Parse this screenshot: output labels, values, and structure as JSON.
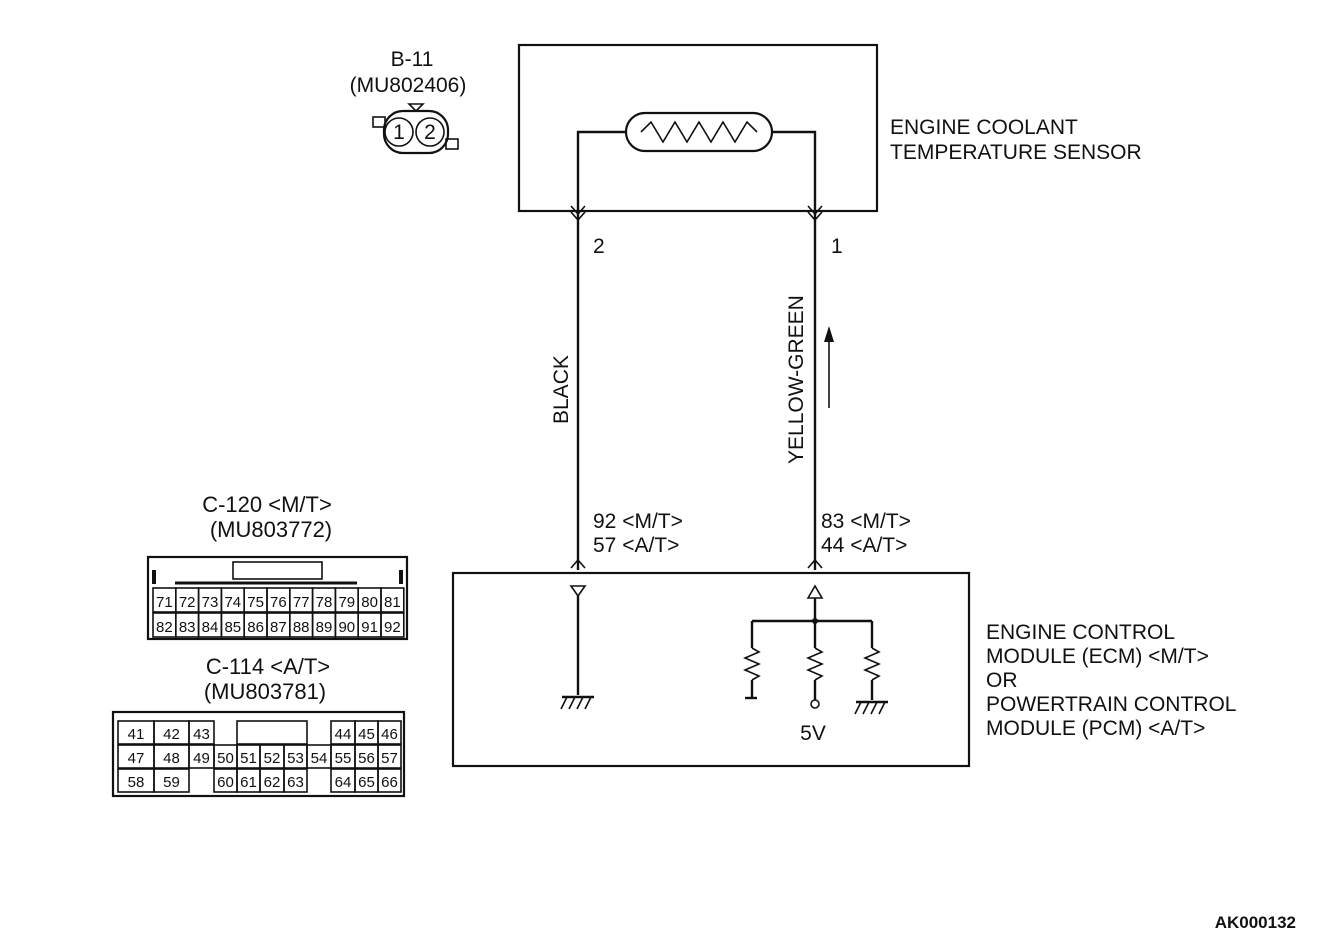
{
  "connector_b11": {
    "id": "B-11",
    "part": "(MU802406)",
    "pin1": "1",
    "pin2": "2"
  },
  "sensor": {
    "line1": "ENGINE COOLANT",
    "line2": "TEMPERATURE SENSOR"
  },
  "wires": {
    "left": {
      "pin": "2",
      "color": "BLACK",
      "ecm_mt": "92 <M/T>",
      "ecm_at": "57 <A/T>"
    },
    "right": {
      "pin": "1",
      "color": "YELLOW-GREEN",
      "ecm_mt": "83 <M/T>",
      "ecm_at": "44 <A/T>"
    }
  },
  "connector_c120": {
    "id": "C-120 <M/T>",
    "part": "(MU803772)",
    "row1": [
      "71",
      "72",
      "73",
      "74",
      "75",
      "76",
      "77",
      "78",
      "79",
      "80",
      "81"
    ],
    "row2": [
      "82",
      "83",
      "84",
      "85",
      "86",
      "87",
      "88",
      "89",
      "90",
      "91",
      "92"
    ]
  },
  "connector_c114": {
    "id": "C-114 <A/T>",
    "part": "(MU803781)",
    "row1": [
      "41",
      "42",
      "43",
      "",
      "",
      "",
      "",
      "",
      "44",
      "45",
      "46"
    ],
    "row2": [
      "47",
      "48",
      "49",
      "50",
      "51",
      "52",
      "53",
      "54",
      "55",
      "56",
      "57"
    ],
    "row3": [
      "58",
      "59",
      "",
      "60",
      "61",
      "62",
      "63",
      "",
      "64",
      "65",
      "66"
    ]
  },
  "ecm": {
    "line1": "ENGINE CONTROL",
    "line2": "MODULE (ECM) <M/T>",
    "line3": "OR",
    "line4": "POWERTRAIN CONTROL",
    "line5": "MODULE (PCM) <A/T>",
    "voltage": "5V"
  },
  "figure_id": "AK000132"
}
